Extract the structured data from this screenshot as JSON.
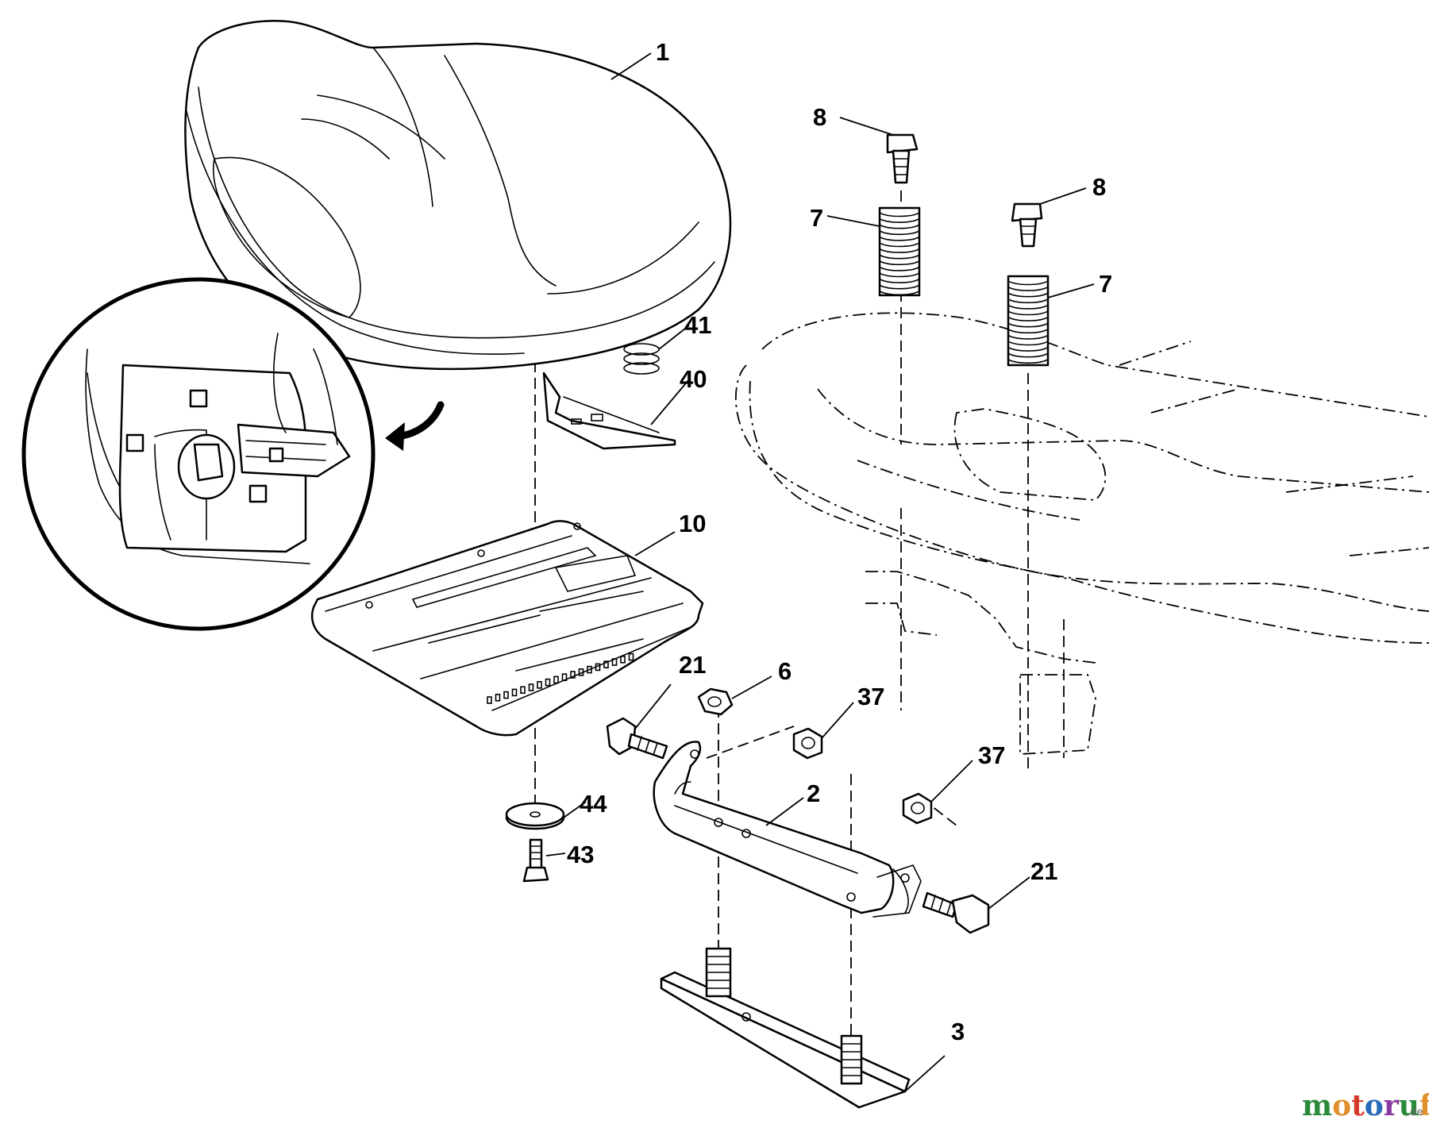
{
  "callouts": {
    "c1": "1",
    "c2": "2",
    "c3": "3",
    "c6": "6",
    "c7a": "7",
    "c7b": "7",
    "c8a": "8",
    "c8b": "8",
    "c10": "10",
    "c21a": "21",
    "c21b": "21",
    "c37a": "37",
    "c37b": "37",
    "c40": "40",
    "c41": "41",
    "c43": "43",
    "c44": "44"
  },
  "watermark": {
    "letters": [
      "m",
      "o",
      "t",
      "o",
      "r",
      "u",
      "f"
    ],
    "colors": [
      "#2a8a3a",
      "#e0902a",
      "#d43a2a",
      "#2a6ab8",
      "#8a3aa0",
      "#2a8a3a",
      "#e0902a"
    ],
    "suffix": ".de"
  }
}
